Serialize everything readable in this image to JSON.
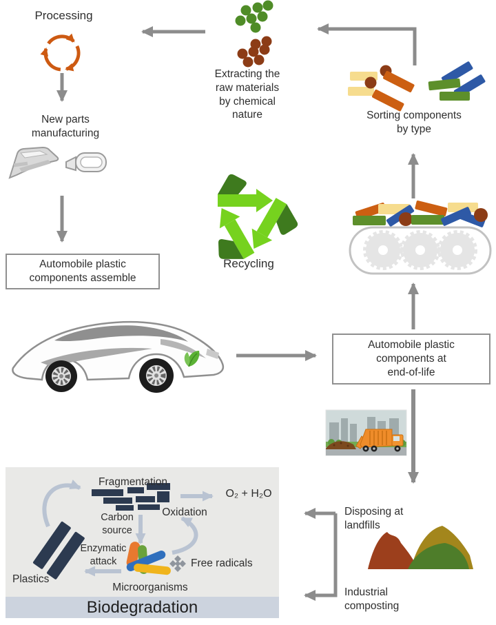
{
  "palette": {
    "arrow_gray": "#8c8c8c",
    "panel_arrow_blue_gray": "#b9c3d2",
    "processing_orange": "#cd5a12",
    "recycle_light_green": "#76d21e",
    "recycle_dark_green": "#3e7a1e",
    "granule_green": "#4f8c27",
    "granule_brown": "#8c3c16",
    "plastic_yellow": "#f6dc8e",
    "plastic_orange": "#cc5f12",
    "plastic_green": "#5d8f2b",
    "plastic_blue": "#2e59a6",
    "fragment_navy": "#2c3a50",
    "panel_bg": "#e9e9e7",
    "panel_footer_bg": "#ccd3de",
    "text": "#2e2e2e"
  },
  "labels": {
    "processing": "Processing",
    "extracting": "Extracting the\nraw materials\nby chemical\nnature",
    "sorting": "Sorting components\nby type",
    "new_parts": "New parts\nmanufacturing",
    "assemble_box": "Automobile plastic\ncomponents assemble",
    "recycling": "Recycling",
    "eol_box": "Automobile plastic\ncomponents at\nend-of-life",
    "disposing": "Disposing at\nlandfills",
    "composting": "Industrial\ncomposting"
  },
  "biodegradation": {
    "title": "Biodegradation",
    "fragmentation": "Fragmentation",
    "oxidation": "Oxidation",
    "o2_h2o": "O₂ + H₂O",
    "carbon_source": "Carbon\nsource",
    "enzymatic_attack": "Enzymatic\nattack",
    "plastics": "Plastics",
    "microorganisms": "Microorganisms",
    "free_radicals": "Free radicals"
  }
}
